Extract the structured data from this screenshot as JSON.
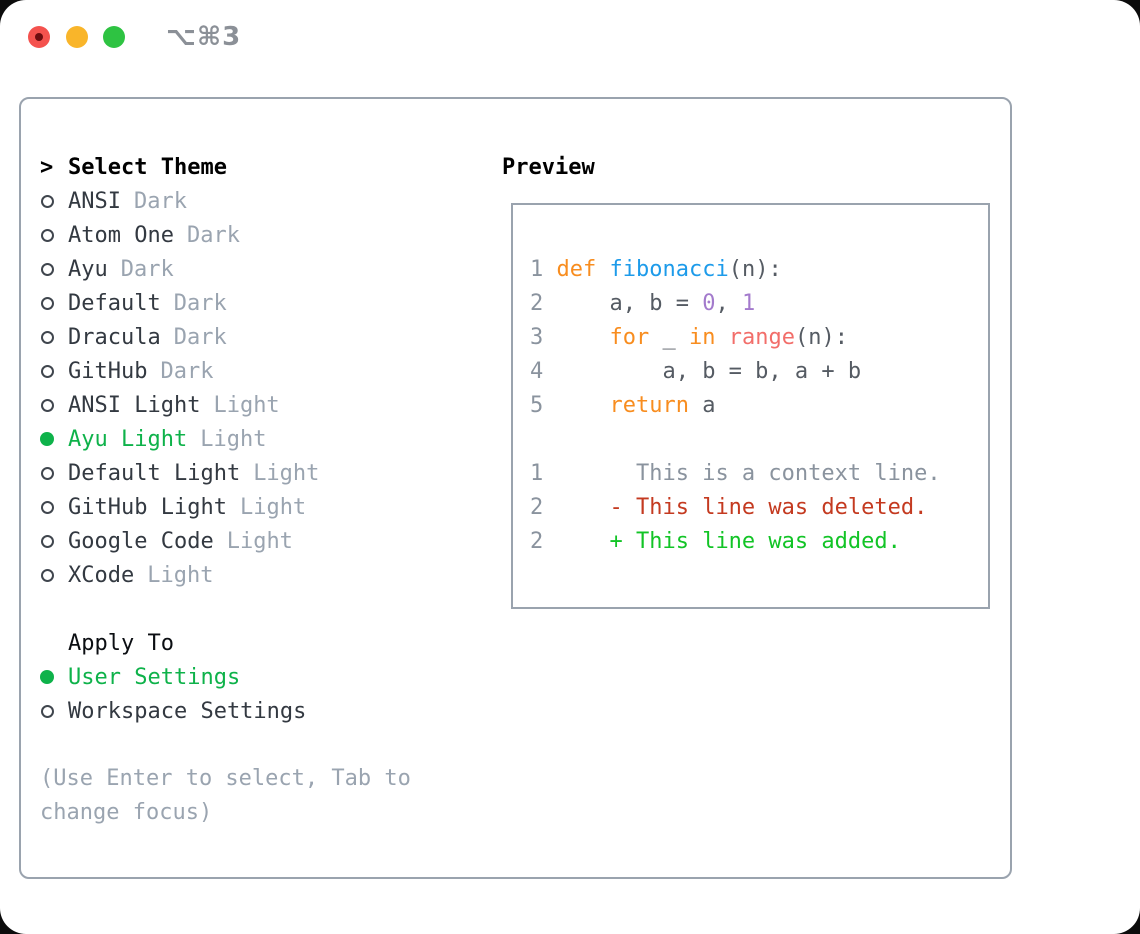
{
  "window": {
    "shortcut": "⌥⌘3",
    "traffic_lights": [
      "close",
      "minimize",
      "zoom"
    ]
  },
  "theme_picker": {
    "header": {
      "prefix": ">",
      "label": "Select Theme"
    },
    "themes": [
      {
        "name": "ANSI",
        "variant": "Dark",
        "selected": false
      },
      {
        "name": "Atom One",
        "variant": "Dark",
        "selected": false
      },
      {
        "name": "Ayu",
        "variant": "Dark",
        "selected": false
      },
      {
        "name": "Default",
        "variant": "Dark",
        "selected": false
      },
      {
        "name": "Dracula",
        "variant": "Dark",
        "selected": false
      },
      {
        "name": "GitHub",
        "variant": "Dark",
        "selected": false
      },
      {
        "name": "ANSI Light",
        "variant": "Light",
        "selected": false
      },
      {
        "name": "Ayu Light",
        "variant": "Light",
        "selected": true
      },
      {
        "name": "Default Light",
        "variant": "Light",
        "selected": false
      },
      {
        "name": "GitHub Light",
        "variant": "Light",
        "selected": false
      },
      {
        "name": "Google Code",
        "variant": "Light",
        "selected": false
      },
      {
        "name": "XCode",
        "variant": "Light",
        "selected": false
      }
    ],
    "apply_to": {
      "label": "Apply To",
      "options": [
        {
          "label": "User Settings",
          "selected": true
        },
        {
          "label": "Workspace Settings",
          "selected": false
        }
      ]
    },
    "hint": "(Use Enter to select, Tab to change focus)"
  },
  "preview": {
    "title": "Preview",
    "code_lines": [
      {
        "num": "1",
        "tokens": [
          [
            "def",
            "kw"
          ],
          [
            " ",
            "fg"
          ],
          [
            "fibonacci",
            "fn"
          ],
          [
            "(n):",
            "fg"
          ]
        ]
      },
      {
        "num": "2",
        "tokens": [
          [
            "    a, b = ",
            "fg"
          ],
          [
            "0",
            "num"
          ],
          [
            ", ",
            "fg"
          ],
          [
            "1",
            "num"
          ]
        ]
      },
      {
        "num": "3",
        "tokens": [
          [
            "    ",
            "fg"
          ],
          [
            "for",
            "kw"
          ],
          [
            " _ ",
            "fg"
          ],
          [
            "in",
            "kw"
          ],
          [
            " ",
            "fg"
          ],
          [
            "range",
            "bi"
          ],
          [
            "(n):",
            "fg"
          ]
        ]
      },
      {
        "num": "4",
        "tokens": [
          [
            "        a, b = b, a + b",
            "fg"
          ]
        ]
      },
      {
        "num": "5",
        "tokens": [
          [
            "    ",
            "fg"
          ],
          [
            "return",
            "kw"
          ],
          [
            " a",
            "fg"
          ]
        ]
      }
    ],
    "diff_lines": [
      {
        "num": "1",
        "kind": "context",
        "text": "      This is a context line."
      },
      {
        "num": "2",
        "kind": "del",
        "text": "    - This line was deleted."
      },
      {
        "num": "2",
        "kind": "add",
        "text": "    + This line was added."
      }
    ]
  },
  "colors": {
    "accent_green": "#0eb24a",
    "added_green": "#12c426",
    "deleted_red": "#c43a20",
    "keyword_orange": "#f88d1f",
    "function_blue": "#1d9bea",
    "number_purple": "#a37acc",
    "builtin_coral": "#f26e6a",
    "code_fg": "#555b63",
    "muted_gray": "#9aa4b0",
    "linenum_gray": "#8a939e",
    "border_gray": "#9aa3ae",
    "traffic_red": "#f4524e",
    "traffic_yellow": "#f9b52a",
    "traffic_green": "#2ec342"
  }
}
